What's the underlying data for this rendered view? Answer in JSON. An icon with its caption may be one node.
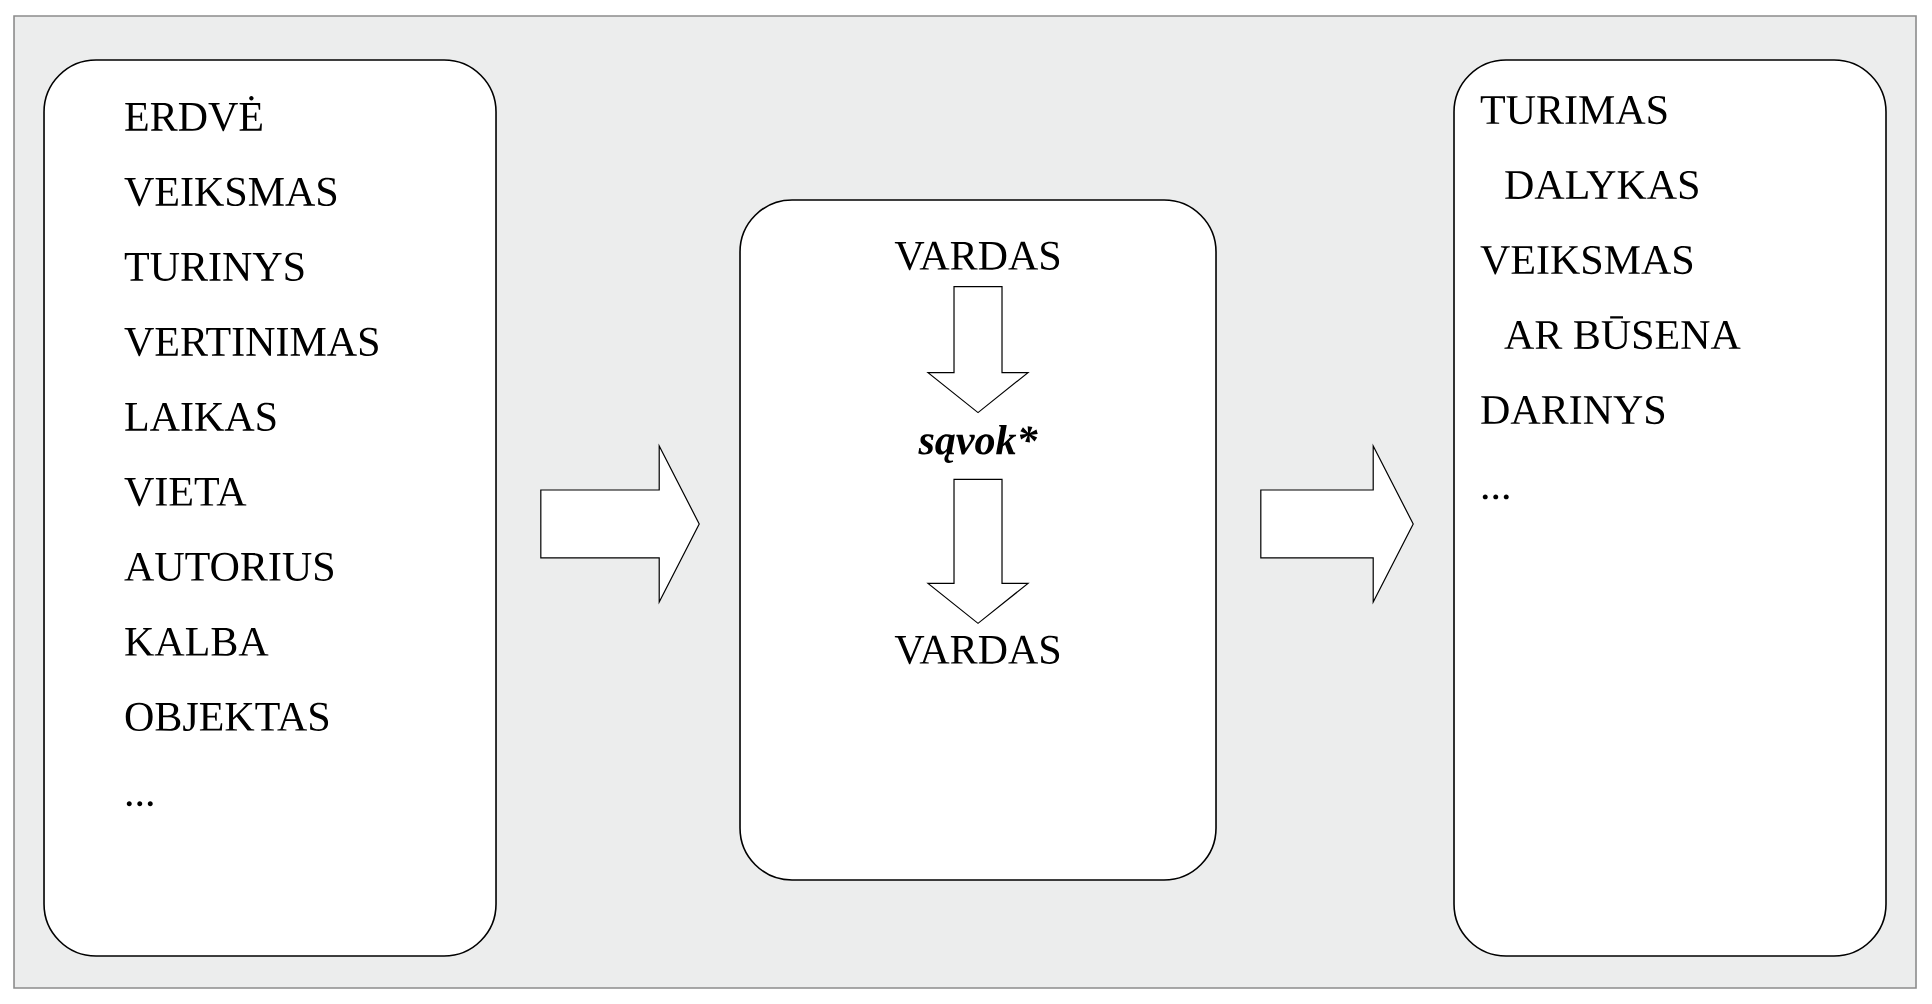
{
  "diagram": {
    "nodes": [
      {
        "text": [
          "ERDVĖ",
          "VEIKSMAS",
          "TURINYS",
          "VERTINIMAS",
          "LAIKAS",
          "VIETA",
          "AUTORIUS",
          "KALBA",
          "OBJEKTAS",
          "..."
        ]
      },
      {
        "text": [],
        "shape": "box"
      },
      {
        "text": [
          "VARDAS"
        ],
        "in": 1
      },
      {
        "text": [
          "sąvok*"
        ],
        "in": 1
      },
      {
        "text": [
          "VARDAS"
        ],
        "in": 1
      },
      {
        "text": [
          "TURIMAS DALYKAS",
          "VEIKSMAS AR BŪSENA",
          "DARINYS",
          "..."
        ]
      }
    ],
    "edges": [
      {
        "from": 0,
        "to": 1,
        "arrow": "to"
      },
      {
        "from": 2,
        "to": 3,
        "arrow": "to"
      },
      {
        "from": 3,
        "to": 4,
        "arrow": "to"
      },
      {
        "from": 1,
        "to": 5,
        "arrow": "to"
      }
    ]
  }
}
